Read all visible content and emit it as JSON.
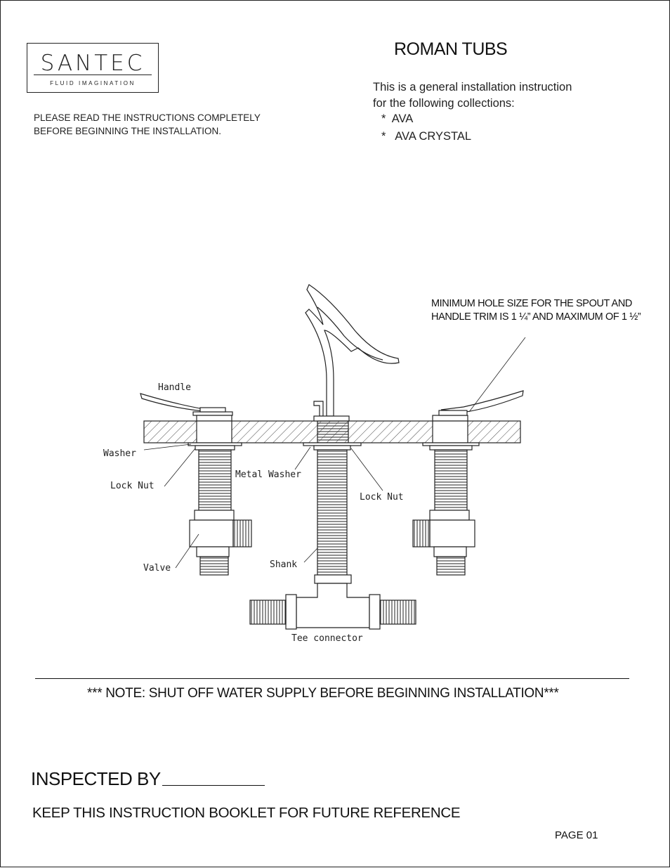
{
  "brand": {
    "name": "SANTEC",
    "tagline": "FLUID IMAGINATION"
  },
  "read_note": {
    "line1": "PLEASE READ THE INSTRUCTIONS COMPLETELY",
    "line2": "BEFORE BEGINNING THE INSTALLATION."
  },
  "title": "ROMAN TUBS",
  "intro": {
    "line1": "This is a general installation instruction",
    "line2": "for the following collections:"
  },
  "collections": [
    {
      "bullet": "*",
      "name": "AVA"
    },
    {
      "bullet": "*",
      "name": "AVA CRYSTAL"
    }
  ],
  "hole_note": {
    "line1": "MINIMUM HOLE SIZE FOR THE SPOUT AND",
    "line2": "HANDLE TRIM IS  1 ¼” AND MAXIMUM OF 1 ½”"
  },
  "diagram_labels": {
    "handle": "Handle",
    "washer": "Washer",
    "lock_nut_left": "Lock Nut",
    "metal_washer": "Metal Washer",
    "lock_nut_right": "Lock Nut",
    "valve": "Valve",
    "shank": "Shank",
    "tee_connector": "Tee connector"
  },
  "shutoff_note": "*** NOTE: SHUT OFF  WATER SUPPLY BEFORE BEGINNING INSTALLATION***",
  "inspected_by": "INSPECTED BY",
  "keep_note": "KEEP THIS INSTRUCTION BOOKLET FOR FUTURE REFERENCE",
  "page_number": "PAGE  01",
  "colors": {
    "ink": "#111111",
    "background": "#ffffff"
  }
}
